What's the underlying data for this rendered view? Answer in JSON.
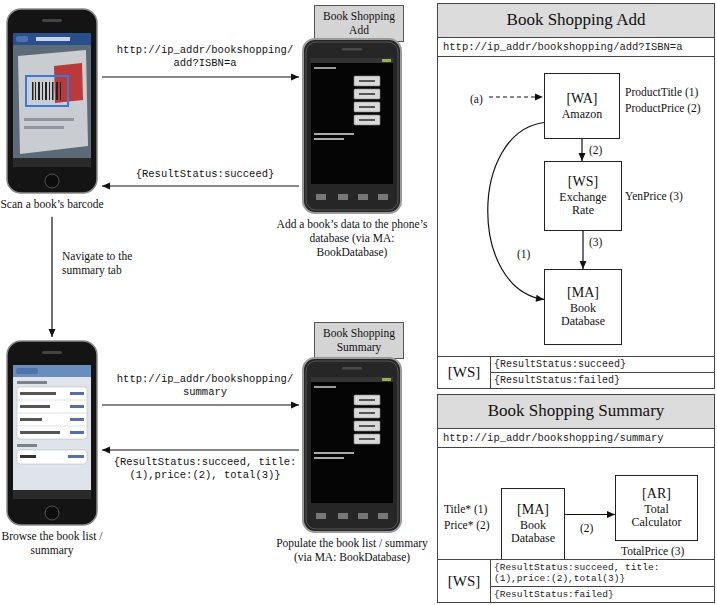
{
  "diagram": {
    "nodes": [
      {
        "text": [
          "Scan a book’s barcode"
        ]
      },
      {
        "text": [
          "Book Shopping Add"
        ]
      },
      {
        "text": [
          "Add a book’s data to the phone’s database (via MA: BookDatabase)"
        ]
      },
      {
        "text": [
          "Book Shopping Add",
          "http://ip_addr/bookshopping/add?ISBN=a"
        ]
      },
      {
        "text": [
          "[WA]",
          "Amazon"
        ],
        "in": 3
      },
      {
        "text": [
          "[WS]",
          "Exchange Rate"
        ],
        "in": 3
      },
      {
        "text": [
          "[MA]",
          "Book Database"
        ],
        "in": 3
      },
      {
        "text": [
          "Browse the book list / summary"
        ]
      },
      {
        "text": [
          "Book Shopping Summary"
        ]
      },
      {
        "text": [
          "Populate the book list / summary (via MA: BookDatabase)"
        ]
      },
      {
        "text": [
          "Book Shopping Summary",
          "http://ip_addr/bookshopping/summary"
        ]
      },
      {
        "text": [
          "[MA]",
          "Book Database"
        ],
        "in": 10
      },
      {
        "text": [
          "[AR]",
          "Total Calculator"
        ],
        "in": 10
      }
    ],
    "edges": [
      {
        "from": 0,
        "to": 2,
        "label": "http://ip_addr/bookshopping/ add?ISBN=a",
        "arrow": "to"
      },
      {
        "from": 2,
        "to": 0,
        "label": "{ResultStatus:succeed}",
        "arrow": "to"
      },
      {
        "from": 0,
        "to": 7,
        "label": "Navigate to the summary tab",
        "arrow": "to"
      },
      {
        "from": 7,
        "to": 9,
        "label": "http://ip_addr/bookshopping/ summary",
        "arrow": "to"
      },
      {
        "from": 9,
        "to": 7,
        "label": "{ResultStatus:succeed, title:(1),price:(2), total(3)}",
        "arrow": "to"
      },
      {
        "from": 4,
        "to": 5,
        "label": "(2)",
        "arrow": "to"
      },
      {
        "from": 5,
        "to": 6,
        "label": "(3)",
        "arrow": "to"
      },
      {
        "from": 4,
        "to": 6,
        "label": "(1)",
        "arrow": "to"
      },
      {
        "from": 11,
        "to": 12,
        "label": "(2)",
        "arrow": "to"
      }
    ],
    "labels": [
      "(a)",
      "ProductTitle (1)",
      "ProductPrice (2)",
      "YenPrice (3)",
      "[WS]",
      "{ResultStatus:succeed}",
      "{ResultStatus:failed}",
      "Title* (1)",
      "Price* (2)",
      "TotalPrice (3)",
      "[WS]",
      "{ResultStatus:succeed, title:(1),price:(2),total(3)}",
      "{ResultStatus:failed}"
    ]
  }
}
